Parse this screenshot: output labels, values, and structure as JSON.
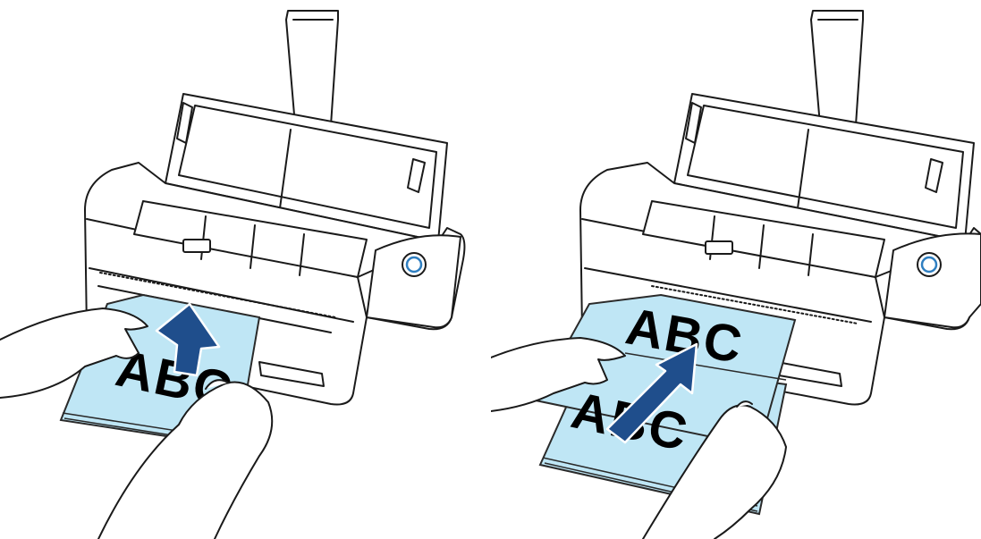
{
  "colors": {
    "outline": "#1a1a1a",
    "paper": "#bfe6f5",
    "paper_edge": "#2a2a2a",
    "arrow": "#1f4e8c",
    "button_ring": "#2f7fc1",
    "background": "#ffffff"
  },
  "icons": {
    "scan_button": "scan-button-icon",
    "feed_arrow": "up-arrow-icon"
  },
  "left_panel": {
    "paper_text": "ABC"
  },
  "right_panel": {
    "paper_text_top": "ABC",
    "paper_text_bottom": "ABC"
  }
}
